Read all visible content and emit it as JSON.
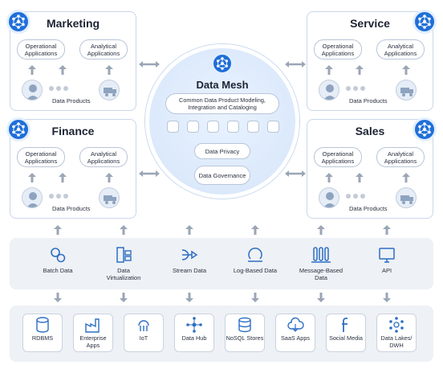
{
  "colors": {
    "accent": "#1f6fd9",
    "border": "#c9d7ea",
    "band": "#eef1f5",
    "arrow": "#9ba6b5"
  },
  "domains": {
    "marketing": {
      "title": "Marketing",
      "operational": "Operational Applications",
      "analytical": "Analytical Applications",
      "data_products": "Data Products"
    },
    "service": {
      "title": "Service",
      "operational": "Operational Applications",
      "analytical": "Analytical Applications",
      "data_products": "Data Products"
    },
    "finance": {
      "title": "Finance",
      "operational": "Operational Applications",
      "analytical": "Analytical Applications",
      "data_products": "Data Products"
    },
    "sales": {
      "title": "Sales",
      "operational": "Operational Applications",
      "analytical": "Analytical Applications",
      "data_products": "Data Products"
    }
  },
  "mesh": {
    "title": "Data Mesh",
    "modeling": "Common Data Product Modeling, Integration and Cataloging",
    "privacy": "Data Privacy",
    "governance": "Data Governance",
    "icons": [
      "database-icon",
      "cart-icon",
      "person-icon",
      "plane-icon",
      "dollar-icon",
      "truck-icon"
    ]
  },
  "sources": [
    {
      "label": "Batch Data",
      "icon": "gears-icon"
    },
    {
      "label": "Data Virtualization",
      "icon": "servers-icon"
    },
    {
      "label": "Stream Data",
      "icon": "stream-icon"
    },
    {
      "label": "Log-Based Data",
      "icon": "log-icon"
    },
    {
      "label": "Message-Based Data",
      "icon": "message-icon"
    },
    {
      "label": "API",
      "icon": "monitor-icon"
    }
  ],
  "stores": [
    {
      "label": "RDBMS",
      "icon": "database-icon"
    },
    {
      "label": "Enterprise Apps",
      "icon": "factory-icon"
    },
    {
      "label": "IoT",
      "icon": "iot-icon"
    },
    {
      "label": "Data Hub",
      "icon": "hub-icon"
    },
    {
      "label": "NoSQL Stores",
      "icon": "nosql-icon"
    },
    {
      "label": "SaaS Apps",
      "icon": "cloud-icon"
    },
    {
      "label": "Social Media",
      "icon": "facebook-icon"
    },
    {
      "label": "Data Lakes/ DWH",
      "icon": "lake-icon"
    }
  ]
}
